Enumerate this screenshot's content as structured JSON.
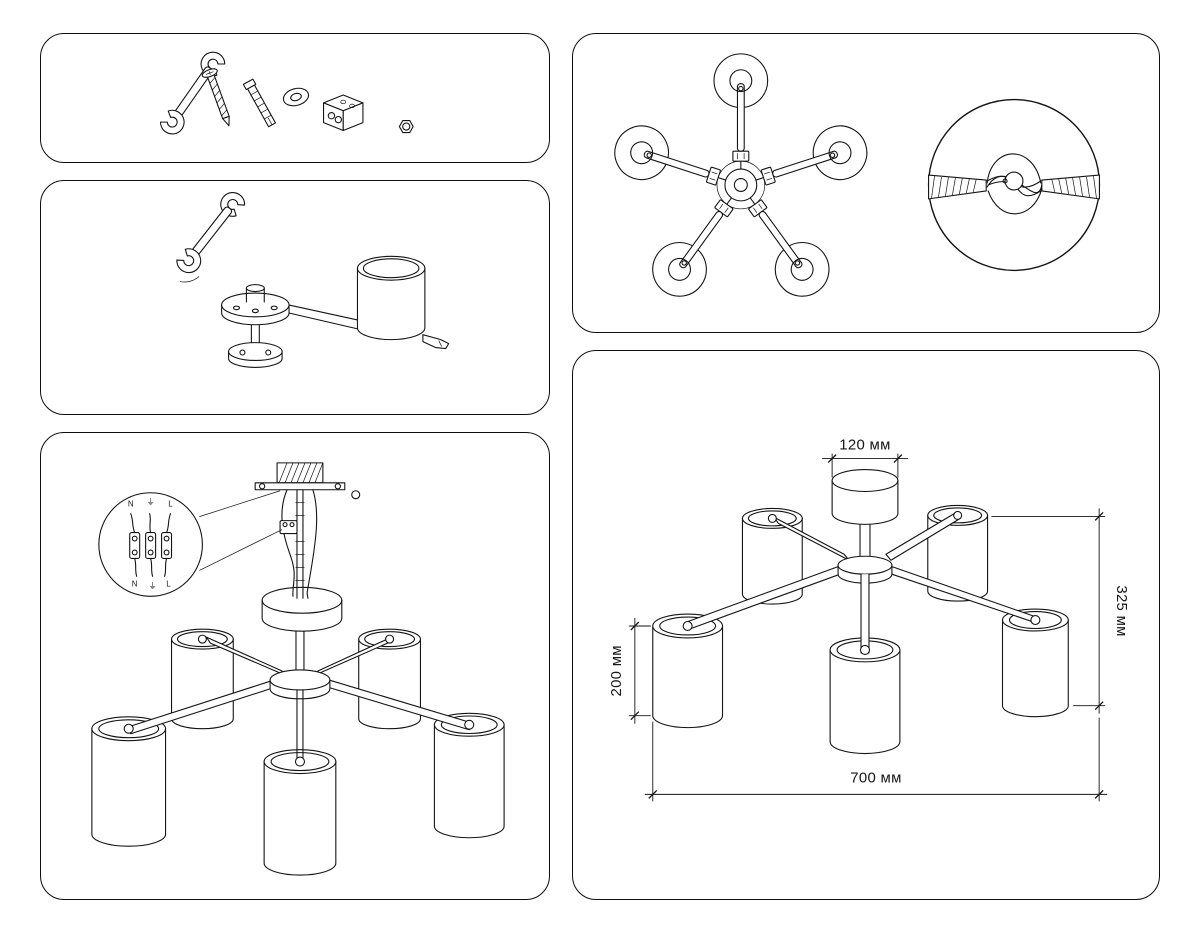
{
  "dimensions": {
    "canopy_width": "120 мм",
    "fixture_height": "325 мм",
    "shade_height": "200 мм",
    "fixture_width": "700 мм"
  },
  "wiring": {
    "top_labels": [
      "N",
      "⏚",
      "L"
    ],
    "bottom_labels": [
      "N",
      "⏚",
      "L"
    ]
  },
  "colors": {
    "line": "#141414",
    "background": "#ffffff"
  }
}
